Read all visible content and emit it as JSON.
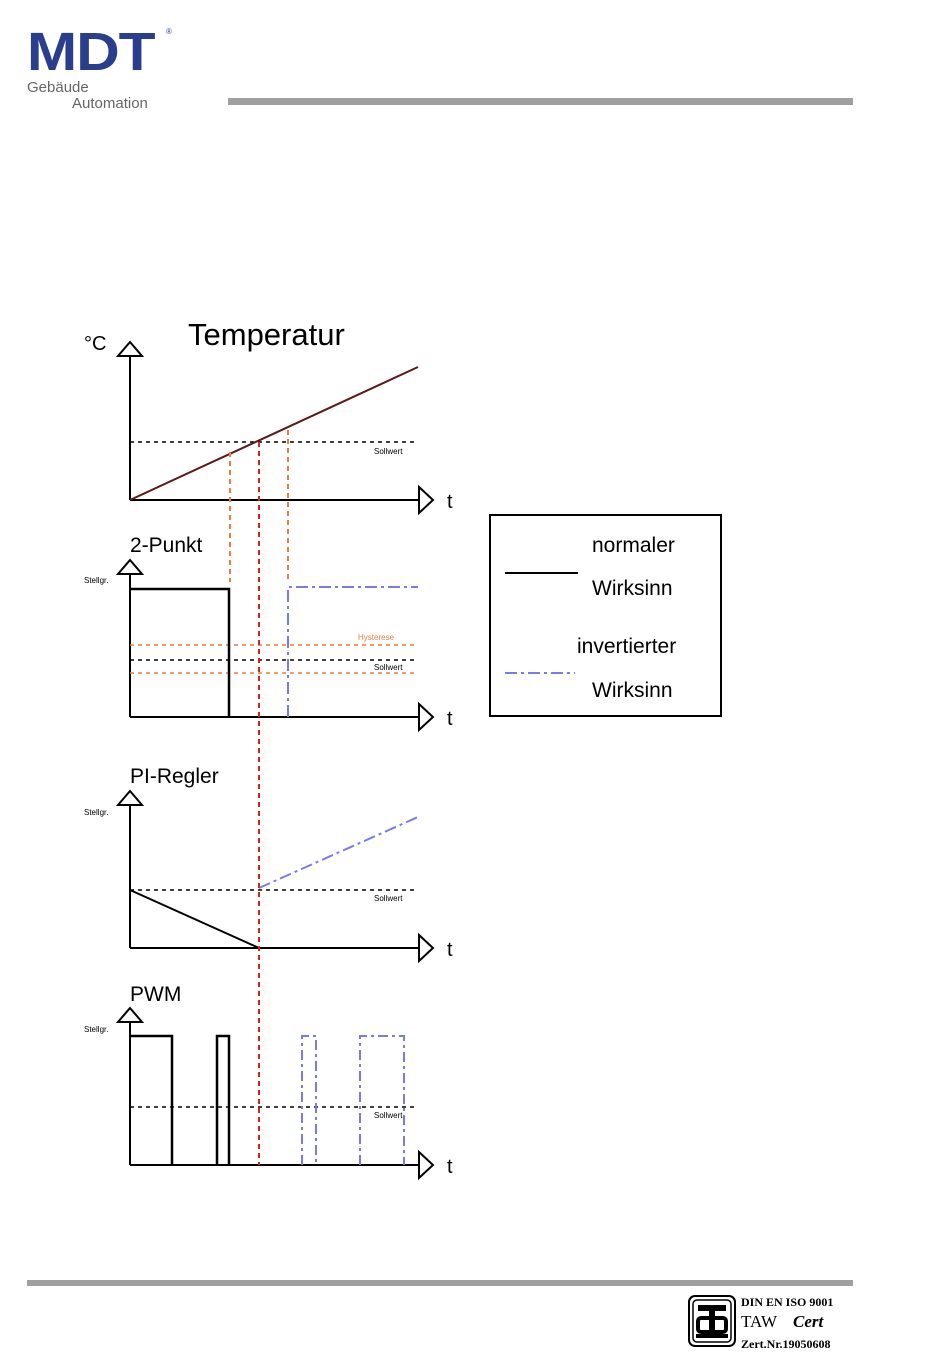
{
  "header": {
    "logo_text": "MDT",
    "logo_subtitle_1": "Gebäude",
    "logo_subtitle_2": "Automation"
  },
  "diagram": {
    "temperature": {
      "title": "Temperatur",
      "y_unit": "°C",
      "x_label": "t",
      "setpoint_label": "Sollwert"
    },
    "two_point": {
      "title": "2-Punkt",
      "y_label": "Stellgr.",
      "x_label": "t",
      "hysteresis_label": "Hysterese",
      "setpoint_label": "Sollwert"
    },
    "pi": {
      "title": "PI-Regler",
      "y_label": "Stellgr.",
      "x_label": "t",
      "setpoint_label": "Sollwert"
    },
    "pwm": {
      "title": "PWM",
      "y_label": "Stellgr.",
      "x_label": "t",
      "setpoint_label": "Sollwert"
    },
    "legend": {
      "normal_line1": "normaler",
      "normal_line2": "Wirksinn",
      "inverted_line1": "invertierter",
      "inverted_line2": "Wirksinn"
    },
    "colors": {
      "normal": "#000000",
      "inverted": "#7a7aee",
      "hysteresis": "#f07b3f",
      "marker": "#e02020",
      "temp_line": "#5a1a1a"
    }
  },
  "footer": {
    "cert_line1": "DIN EN ISO 9001",
    "cert_line2_a": "TAW",
    "cert_line2_b": "Cert",
    "cert_line3": "Zert.Nr.19050608"
  }
}
